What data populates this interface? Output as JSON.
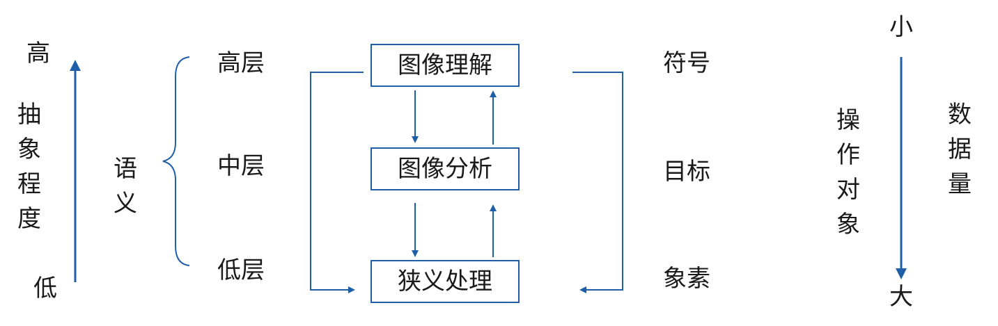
{
  "colors": {
    "line": "#1f5fa8",
    "text": "#1a1a1a"
  },
  "abstraction": {
    "high": "高",
    "low": "低",
    "label_chars": [
      "抽",
      "象",
      "程",
      "度"
    ]
  },
  "semantic": {
    "label_chars": [
      "语",
      "义"
    ]
  },
  "layers": {
    "high": "高层",
    "mid": "中层",
    "low": "低层"
  },
  "boxes": {
    "understanding": "图像理解",
    "analysis": "图像分析",
    "processing": "狭义处理"
  },
  "objects": {
    "symbol": "符号",
    "target": "目标",
    "pixel": "象素"
  },
  "operand": {
    "label_chars": [
      "操",
      "作",
      "对",
      "象"
    ]
  },
  "data_volume": {
    "small": "小",
    "large": "大",
    "label_chars": [
      "数",
      "据",
      "量"
    ]
  }
}
